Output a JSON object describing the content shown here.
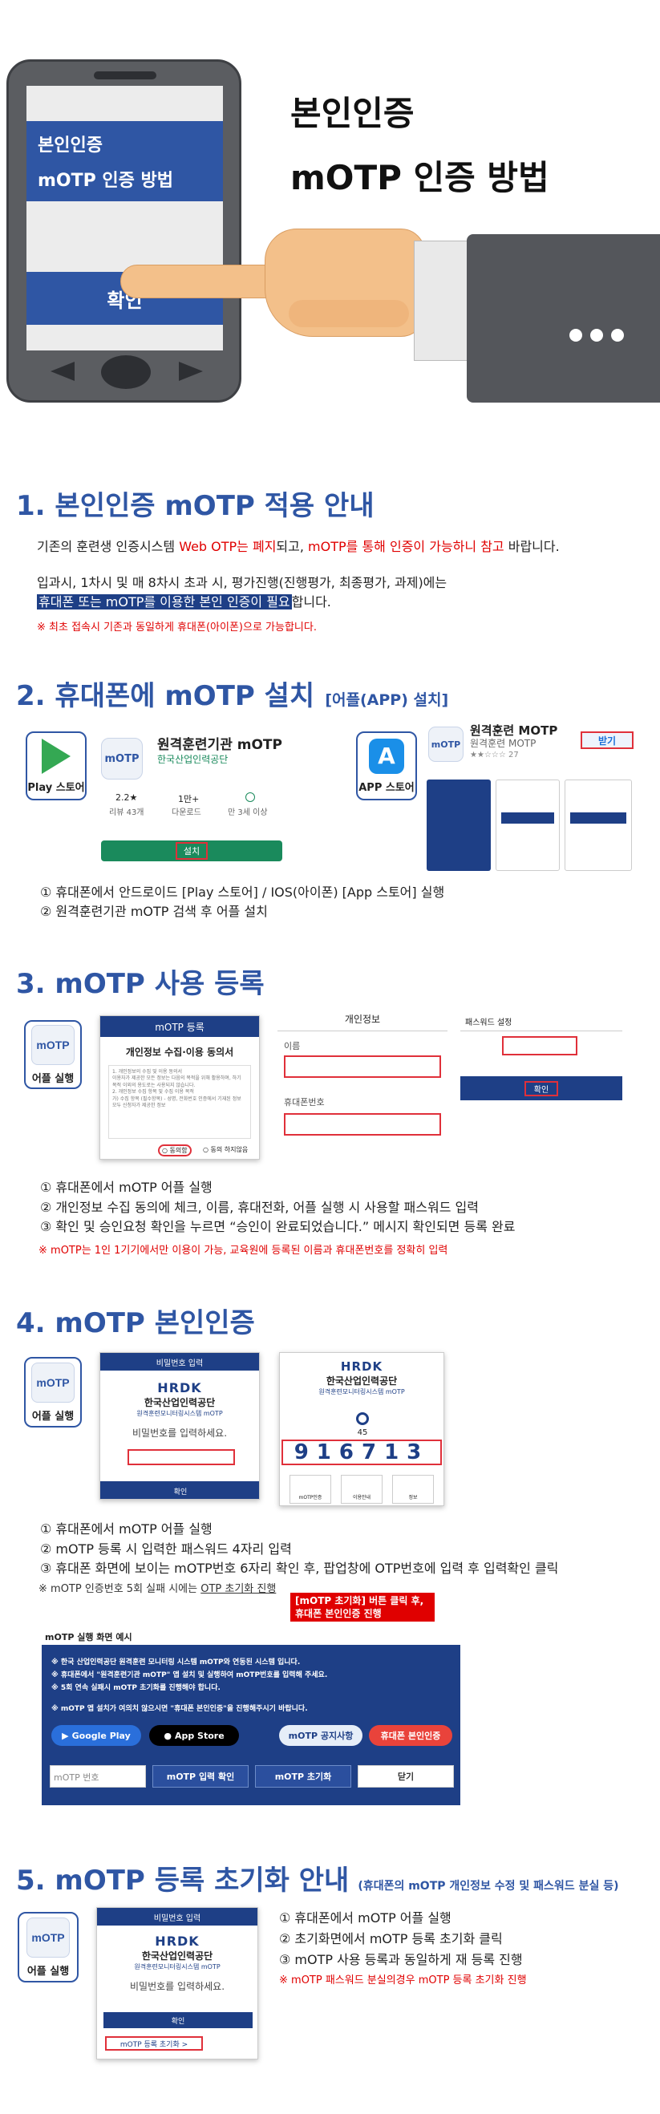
{
  "hero": {
    "phone_line1": "본인인증",
    "phone_line2": "mOTP 인증 방법",
    "phone_button": "확인",
    "title_line1": "본인인증",
    "title_line2": "mOTP 인증 방법"
  },
  "s1": {
    "title": "1. 본인인증 mOTP 적용 안내",
    "p1_a": "기존의 훈련생 인증시스템 ",
    "p1_b": "Web OTP는 폐지",
    "p1_c": "되고, ",
    "p1_d": "mOTP를 통해 인증이 가능하니 참고",
    "p1_e": " 바랍니다.",
    "p2": "입과시, 1차시 및 매 8차시 초과 시, 평가진행(진행평가, 최종평가, 과제)에는",
    "p3_highlight": "휴대폰 또는 mOTP를 이용한 본인 인증이 필요",
    "p3_tail": "합니다.",
    "note": "※ 최초 접속시 기존과 동일하게 휴대폰(아이폰)으로 가능합니다."
  },
  "s2": {
    "title": "2. 휴대폰에 mOTP 설치",
    "subtitle": "[어플(APP) 설치]",
    "play_label": "Play 스토어",
    "play_app_name": "원격훈련기관 mOTP",
    "play_publisher": "한국산업인력공단",
    "play_rating": "2.2★",
    "play_reviews": "리뷰 43개",
    "play_downloads": "1만+",
    "play_downloads_label": "다운로드",
    "play_age": "만 3세 이상",
    "play_install": "설치",
    "app_label": "APP 스토어",
    "ios_app_name": "원격훈련 MOTP",
    "ios_publisher": "원격훈련 MOTP",
    "ios_rating": "★★☆☆☆ 27",
    "ios_get": "받기",
    "icon_logo": "mOTP",
    "line1": "① 휴대폰에서 안드로이드 [Play 스토어] / IOS(아이폰) [App 스토어] 실행",
    "line2": "② 원격훈련기관 mOTP 검색 후 어플 설치"
  },
  "s3": {
    "title": "3. mOTP 사용 등록",
    "app_run_label": "어플 실행",
    "shot1_header": "mOTP 등록",
    "shot1_title": "개인정보 수집·이용 동의서",
    "shot1_body": "1. 개인정보의 수집 및 이용 동의서\n이용자가 제공한 모든 정보는 다음의 목적을 위해 활용하며, 하기 목적 이외의 용도로는 사용되지 않습니다.\n2. 개인정보 수집 항목 및 수집 이용 목적\n가) 수집 항목 (필수항목) - 성명, 전화번호 인증에서 기재된 정보 모두 신청자가 제공한 정보",
    "shot1_agree": "동의함",
    "shot1_disagree": "동의 하지않음",
    "shot2_header": "개인정보",
    "shot2_name": "이름",
    "shot2_phone": "휴대폰번호",
    "shot3_header": "패스워드 설정",
    "shot3_confirm": "확인",
    "line1": "① 휴대폰에서 mOTP 어플 실행",
    "line2": "② 개인정보 수집 동의에 체크, 이름, 휴대전화, 어플 실행 시 사용할 패스워드 입력",
    "line3": "③ 확인 및 승인요청 확인을 누르면 “승인이 완료되었습니다.” 메시지 확인되면 등록 완료",
    "note": "※ mOTP는 1인 1기기에서만 이용이 가능, 교육원에 등록된 이름과 휴대폰번호를 정확히 입력"
  },
  "s4": {
    "title": "4. mOTP 본인인증",
    "app_run_label": "어플 실행",
    "shot1_header": "비밀번호 입력",
    "hrdk": "HRDK",
    "org": "한국산업인력공단",
    "org_sub": "원격훈련모니터링시스템 mOTP",
    "pw_prompt": "비밀번호를 입력하세요.",
    "shot1_confirm": "확인",
    "timer": "45",
    "otp_number": "916713",
    "menu1": "mOTP인증",
    "menu2": "이용안내",
    "menu3": "정보",
    "line1": "① 휴대폰에서 mOTP 어플 실행",
    "line2": "② mOTP 등록 시 입력한 패스워드 4자리 입력",
    "line3": "③ 휴대폰 화면에 보이는 mOTP번호 6자리 확인 후, 팝업창에 OTP번호에 입력 후 입력확인 클릭",
    "note_a": "※ mOTP 인증번호 5회 실패 시에는 ",
    "note_b": "OTP 초기화 진행",
    "callout_line1": "[mOTP 초기화] 버튼 클릭 후,",
    "callout_line2": "휴대폰 본인인증 진행",
    "popup_label": "mOTP 실행 화면 예시",
    "popup_text1": "※ 한국 산업인력공단 원격훈련 모니터링 시스템 mOTP와 연동된 시스템 입니다.",
    "popup_text2": "※ 휴대폰에서 \"원격훈련기관 mOTP\" 앱 설치 및 실행하여 mOTP번호를 입력해 주세요.",
    "popup_text3": "※ 5회 연속 실패시 mOTP 초기화를 진행해야 합니다.",
    "popup_text4": "※ mOTP 앱 설치가 여의치 않으시면 \"휴대폰 본인인증\"을 진행해주시기 바랍니다.",
    "btn_google": "Google Play",
    "btn_apple": "App Store",
    "btn_notice": "mOTP 공지사항",
    "btn_phone": "휴대폰 본인인증",
    "input_placeholder": "mOTP 번호",
    "btn_confirm": "mOTP 입력 확인",
    "btn_reset": "mOTP 초기화",
    "btn_close": "닫기"
  },
  "s5": {
    "title": "5. mOTP 등록 초기화 안내",
    "subtitle": "(휴대폰의 mOTP 개인정보 수정 및 패스워드 분실 등)",
    "app_run_label": "어플 실행",
    "shot_header": "비밀번호 입력",
    "reset_link": "mOTP 등록 초기화 >",
    "line1": "① 휴대폰에서 mOTP 어플 실행",
    "line2": "② 초기화면에서 mOTP 등록 초기화 클릭",
    "line3": "③ mOTP 사용 등록과 동일하게 재 등록 진행",
    "note": "※ mOTP 패스워드 분실의경우 mOTP 등록 초기화 진행"
  },
  "colors": {
    "accent": "#2f56a4",
    "navy": "#1e3f86",
    "red": "#e00000",
    "play_green": "#1a8a5c"
  }
}
